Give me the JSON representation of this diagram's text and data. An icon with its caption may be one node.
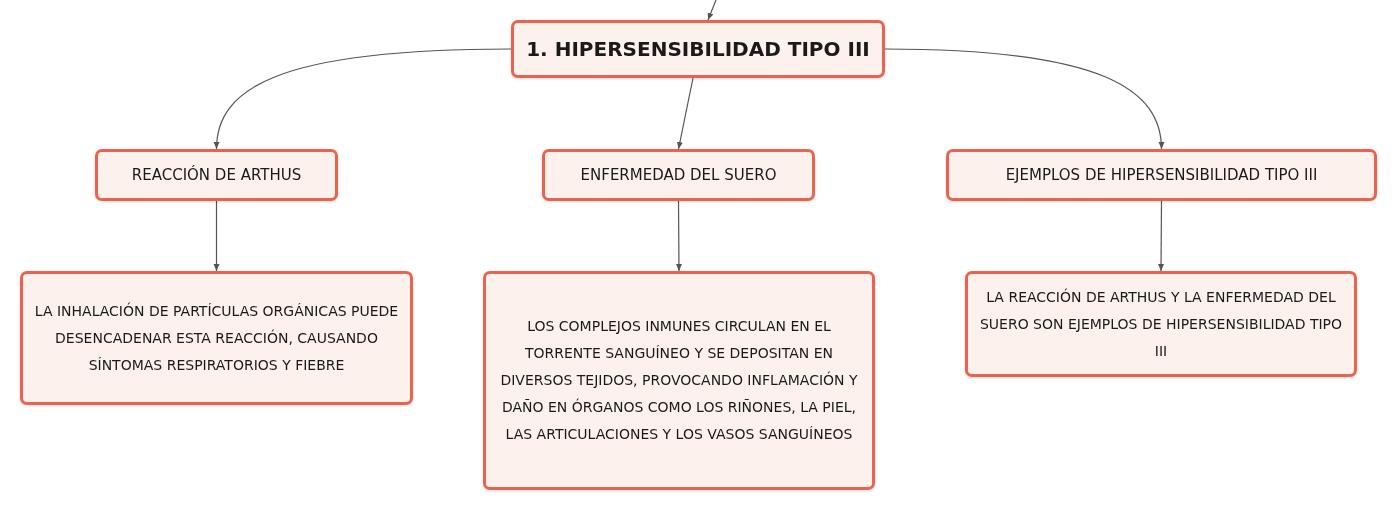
{
  "diagram": {
    "nodes": [
      {
        "text": [
          "1. HIPERSENSIBILIDAD TIPO III"
        ]
      },
      {
        "text": [
          "REACCIÓN DE ARTHUS"
        ]
      },
      {
        "text": [
          "ENFERMEDAD DEL SUERO"
        ]
      },
      {
        "text": [
          "EJEMPLOS DE HIPERSENSIBILIDAD TIPO III"
        ]
      },
      {
        "text": [
          "LA INHALACIÓN DE PARTÍCULAS ORGÁNICAS PUEDE DESENCADENAR ESTA REACCIÓN, CAUSANDO SÍNTOMAS RESPIRATORIOS Y FIEBRE"
        ]
      },
      {
        "text": [
          "LOS COMPLEJOS INMUNES CIRCULAN EN EL TORRENTE SANGUÍNEO Y SE DEPOSITAN EN DIVERSOS TEJIDOS, PROVOCANDO INFLAMACIÓN Y DAÑO EN ÓRGANOS COMO LOS RIÑONES, LA PIEL, LAS ARTICULACIONES Y LOS VASOS SANGUÍNEOS"
        ]
      },
      {
        "text": [
          "LA REACCIÓN DE ARTHUS Y LA ENFERMEDAD DEL SUERO SON EJEMPLOS DE HIPERSENSIBILIDAD TIPO III"
        ]
      }
    ],
    "edges": [
      {
        "from": null,
        "to": 0,
        "arrow": "to"
      },
      {
        "from": 0,
        "to": 1,
        "arrow": "to"
      },
      {
        "from": 0,
        "to": 2,
        "arrow": "to"
      },
      {
        "from": 0,
        "to": 3,
        "arrow": "to"
      },
      {
        "from": 1,
        "to": 4,
        "arrow": "to"
      },
      {
        "from": 2,
        "to": 5,
        "arrow": "to"
      },
      {
        "from": 3,
        "to": 6,
        "arrow": "to"
      }
    ]
  }
}
